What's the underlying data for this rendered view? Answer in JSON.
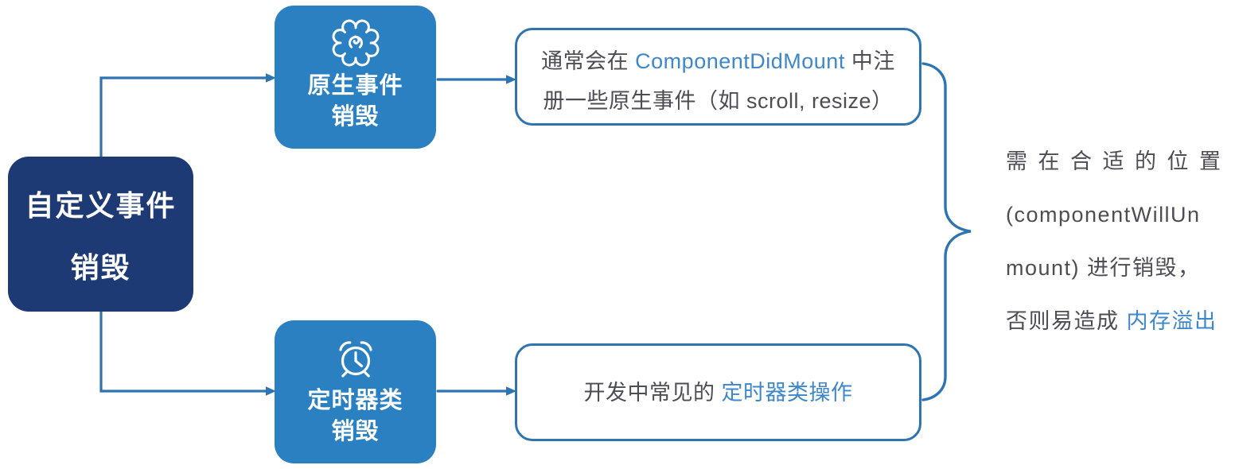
{
  "colors": {
    "navy_box": "#1e3a74",
    "blue_box": "#2b80c2",
    "line_stroke": "#2e74b0",
    "highlight_blue": "#3e87c8",
    "body_text": "#4d4d55"
  },
  "root_box": {
    "line1": "自定义事件",
    "line2": "销毁"
  },
  "native_box": {
    "icon": "gear-icon",
    "line1": "原生事件",
    "line2": "销毁"
  },
  "timer_box": {
    "icon": "alarm-clock-icon",
    "line1": "定时器类",
    "line2": "销毁"
  },
  "native_note": {
    "seg1": "通常会在 ",
    "code": "ComponentDidMount",
    "seg2": " 中注",
    "line2": "册一些原生事件（如 scroll, resize）"
  },
  "timer_note": {
    "seg1": "开发中常见的 ",
    "highlight": "定时器类操作"
  },
  "conclusion": {
    "line1": "需 在 合 适 的 位 置",
    "line2": "(componentWillUn",
    "line3": "mount) 进行销毁，",
    "line4_seg1": "否则易造成 ",
    "line4_highlight": "内存溢出"
  }
}
